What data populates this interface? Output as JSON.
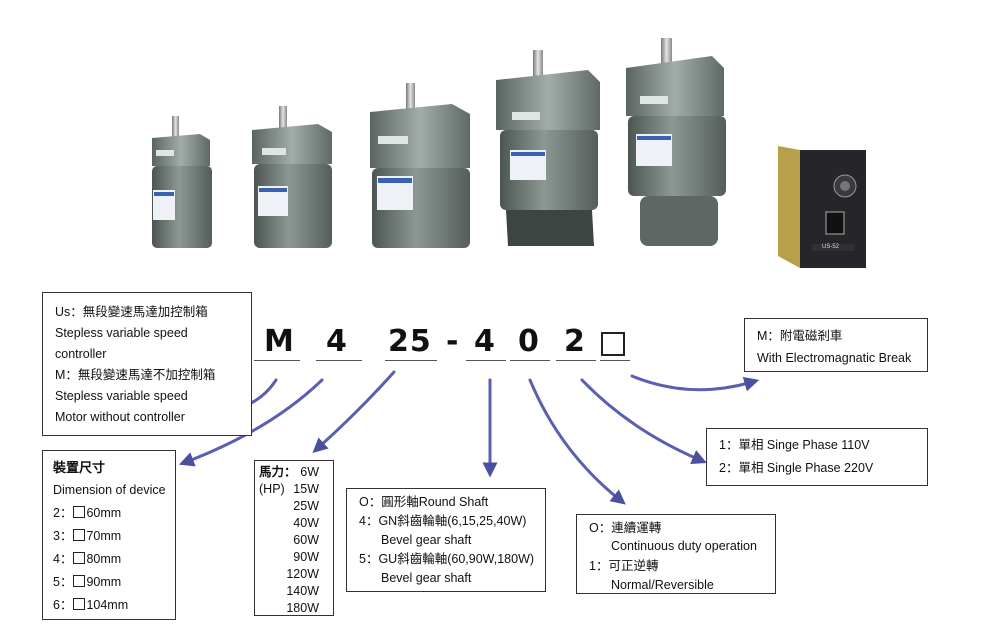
{
  "code": {
    "chars": [
      "M",
      "4",
      "25",
      "-",
      "4",
      "0",
      "2"
    ]
  },
  "box_controller": {
    "lines": [
      "Us：無段變速馬達加控制箱",
      "Stepless variable speed",
      "controller",
      "M：無段變速馬達不加控制箱",
      "Stepless variable speed",
      "Motor without  controller"
    ]
  },
  "box_dimension": {
    "title": "裝置尺寸",
    "subtitle": "Dimension of device",
    "items": [
      "2：",
      "60mm",
      "3：",
      "70mm",
      "4：",
      "80mm",
      "5：",
      "90mm",
      "6：",
      "104mm"
    ]
  },
  "box_power": {
    "label1": "馬力：",
    "label2": "(HP)",
    "values": [
      "6W",
      "15W",
      "25W",
      "40W",
      "60W",
      "90W",
      "120W",
      "140W",
      "180W"
    ]
  },
  "box_shaft": {
    "lines": [
      "O：圓形軸Round Shaft",
      "4：GN斜齒輪軸(6,15,25,40W)",
      "Bevel gear shaft",
      "5：GU斜齒輪軸(60,90W,180W)",
      "Bevel gear shaft"
    ]
  },
  "box_operation": {
    "lines": [
      "O：連續運轉",
      "Continuous duty operation",
      "1：可正逆轉",
      "Normal/Reversible"
    ]
  },
  "box_phase": {
    "lines": [
      "1：單相 Singe Phase 110V",
      "2：單相 Single Phase 220V"
    ]
  },
  "box_brake": {
    "lines": [
      "M：附電磁剎車",
      "With Electromagnatic Break"
    ]
  },
  "controller_panel": {
    "label": "US-52"
  },
  "colors": {
    "motor": "#6f7a76",
    "arrow": "#4a4fa0",
    "panel": "#26262a"
  }
}
